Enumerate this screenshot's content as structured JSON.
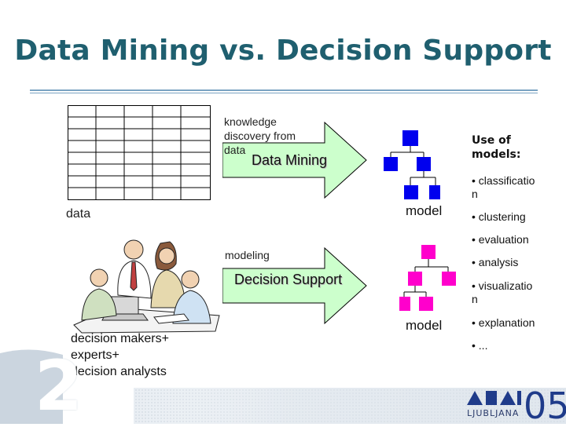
{
  "title": "Data Mining vs. Decision Support",
  "labels": {
    "knowledge_discovery": [
      "knowledge",
      "discovery from",
      "data"
    ],
    "data_mining_arrow": "Data Mining",
    "data": "data",
    "model_top": "model",
    "modeling": "modeling",
    "decision_support_arrow": "Decision Support",
    "model_bottom": "model",
    "decision_makers": [
      "decision makers+",
      "experts+",
      "decision analysts"
    ]
  },
  "uses_of_models": {
    "heading": [
      "Use of",
      "models:"
    ],
    "items": [
      [
        "• classificatio",
        "n"
      ],
      [
        "• clustering"
      ],
      [
        "• evaluation"
      ],
      [
        "• analysis"
      ],
      [
        "• visualizatio",
        "n"
      ],
      [
        "• explanation"
      ],
      [
        "• ..."
      ]
    ]
  },
  "slide_number": "2",
  "logo": {
    "city": "LJUBLJANA",
    "year": "05"
  },
  "colors": {
    "title": "#1f5f6f",
    "arrow_fill": "#ccffcc",
    "tree_top": "#0000ee",
    "tree_bottom": "#ff00cc",
    "rule": "#7aa3c2"
  }
}
